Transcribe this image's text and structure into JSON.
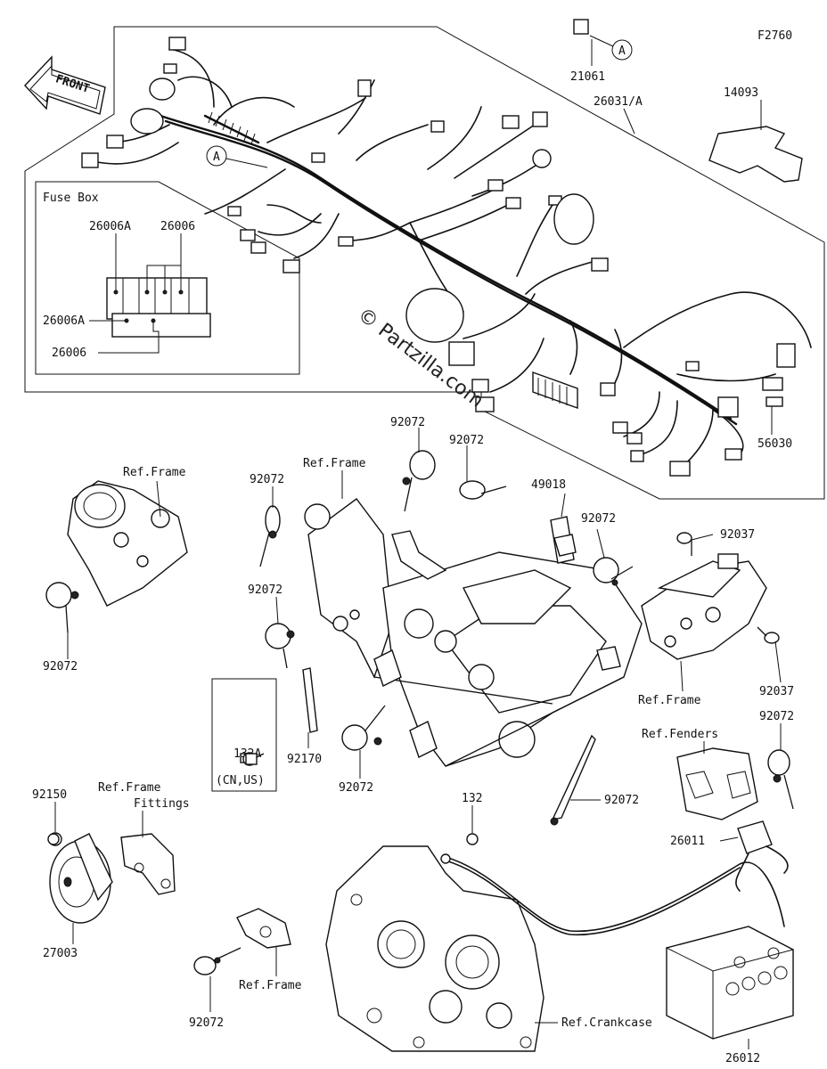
{
  "diagram": {
    "code": "F2760",
    "front_label": "FRONT",
    "watermark": "© Partzilla.com",
    "fuse_box_title": "Fuse Box",
    "callout_letter": "A",
    "labels": {
      "p21061": "21061",
      "p26031": "26031/A",
      "p14093": "14093",
      "p26006A_top": "26006A",
      "p26006_top": "26006",
      "p26006A_side": "26006A",
      "p26006_bottom": "26006",
      "p56030": "56030",
      "ref_frame_left": "Ref.Frame",
      "ref_frame_center": "Ref.Frame",
      "ref_frame_right": "Ref.Frame",
      "ref_frame_bottom": "Ref.Frame",
      "ref_frame_fittings_1": "Ref.Frame",
      "ref_frame_fittings_2": "Fittings",
      "ref_fenders": "Ref.Fenders",
      "ref_crankcase": "Ref.Crankcase",
      "p92072_a": "92072",
      "p92072_b": "92072",
      "p92072_c": "92072",
      "p92072_d": "92072",
      "p92072_e": "92072",
      "p92072_f": "92072",
      "p92072_g": "92072",
      "p92072_h": "92072",
      "p92072_i": "92072",
      "p92072_j": "92072",
      "p49018": "49018",
      "p92037_a": "92037",
      "p92037_b": "92037",
      "p132A": "132A",
      "p132A_note": "(CN,US)",
      "p92170": "92170",
      "p132": "132",
      "p92150": "92150",
      "p27003": "27003",
      "p26011": "26011",
      "p26012": "26012"
    }
  }
}
